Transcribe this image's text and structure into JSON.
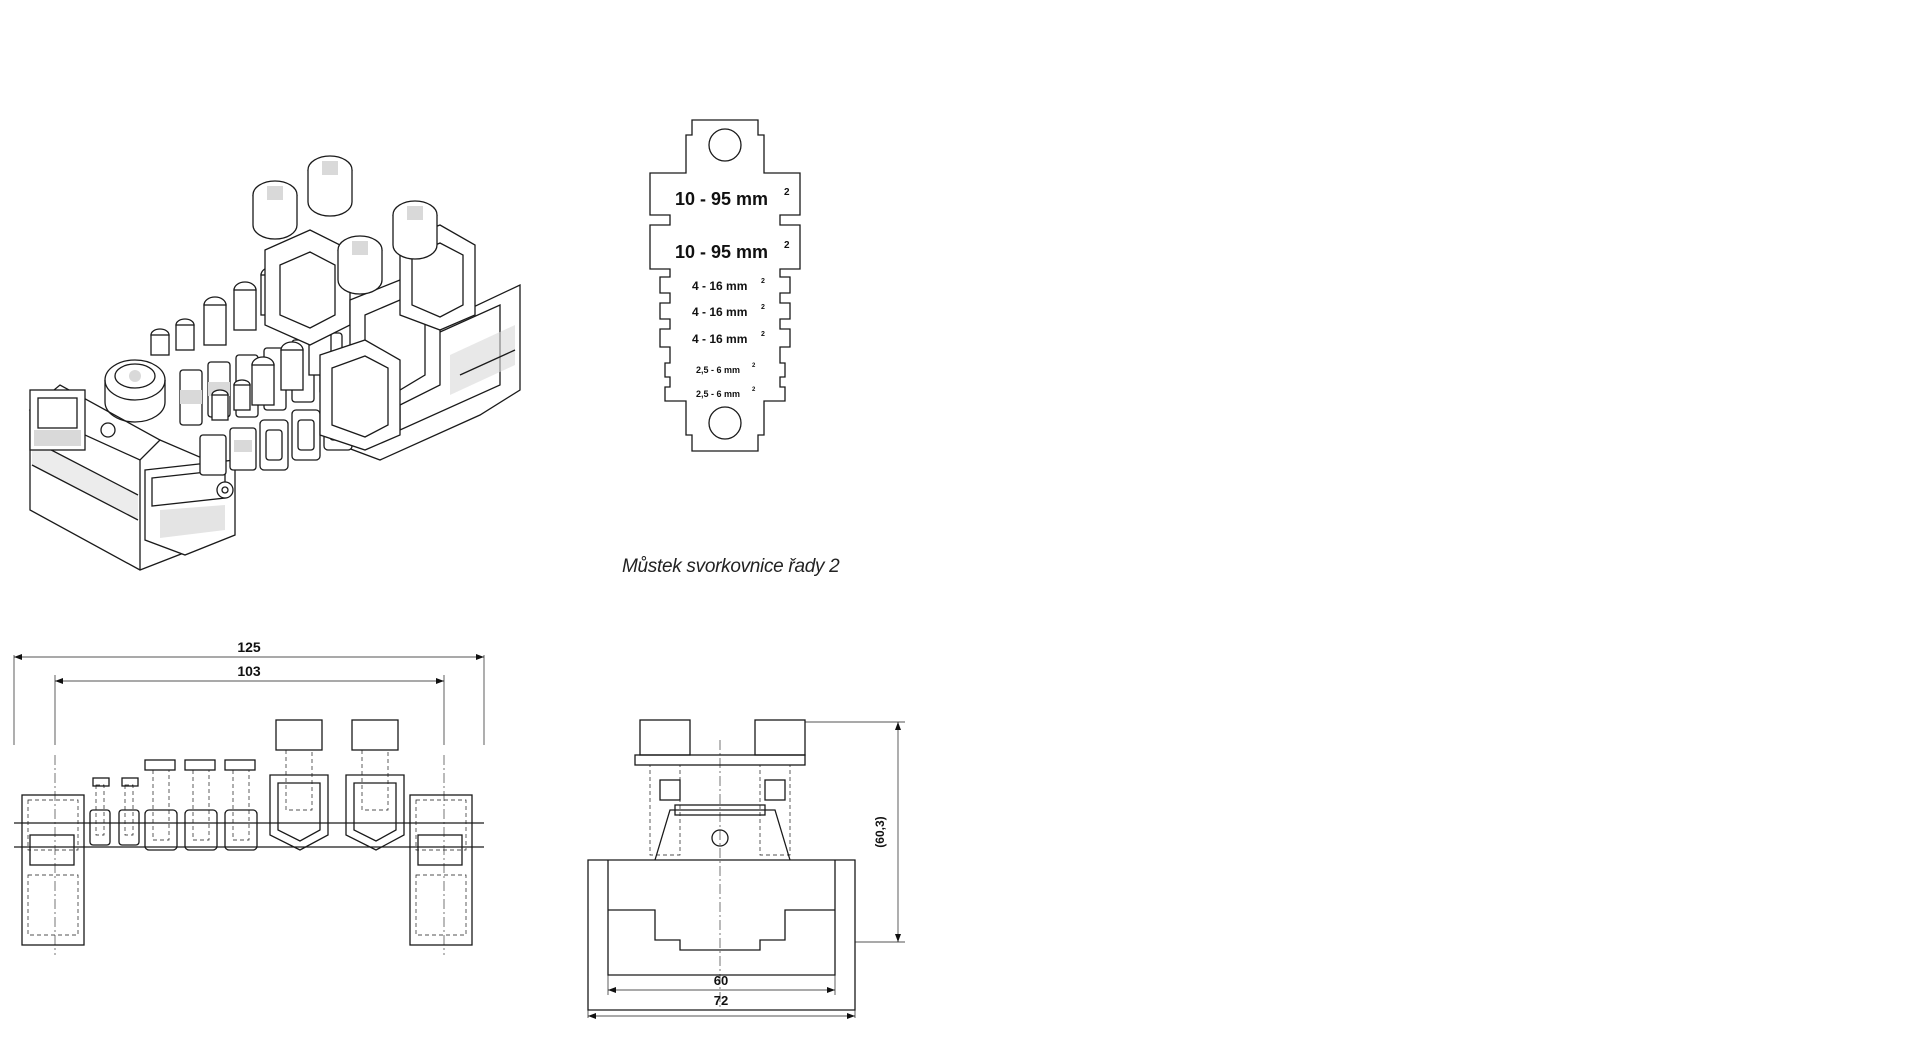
{
  "caption": "Můstek svorkovnice řady 2",
  "strip_labels": {
    "large_1": "10 - 95 mm",
    "large_2": "10 - 95 mm",
    "mid_1": "4 - 16 mm",
    "mid_2": "4 - 16 mm",
    "mid_3": "4 - 16 mm",
    "small_1": "2,5 - 6 mm",
    "small_2": "2,5 - 6 mm",
    "superscript": "2"
  },
  "dimensions": {
    "overall_length": "125",
    "hole_spacing": "103",
    "inner_width": "60",
    "outer_width": "72",
    "height": "(60,3)"
  }
}
